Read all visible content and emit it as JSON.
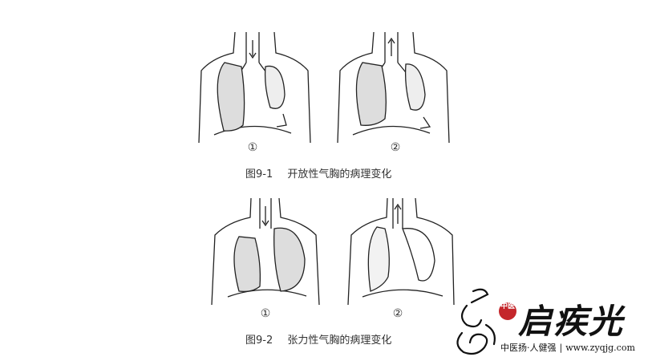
{
  "figures": [
    {
      "caption_id": "图9-1",
      "caption_text": "开放性气胸的病理变化",
      "panels": [
        {
          "label": "①"
        },
        {
          "label": "②"
        }
      ]
    },
    {
      "caption_id": "图9-2",
      "caption_text": "张力性气胸的病理变化",
      "panels": [
        {
          "label": "①"
        },
        {
          "label": "②"
        }
      ]
    }
  ],
  "watermark": {
    "badge_text": "中医",
    "brand": "启疾光",
    "tagline": "中医扬·人健强",
    "divider": "|",
    "site": "www.zyqjg.com"
  }
}
